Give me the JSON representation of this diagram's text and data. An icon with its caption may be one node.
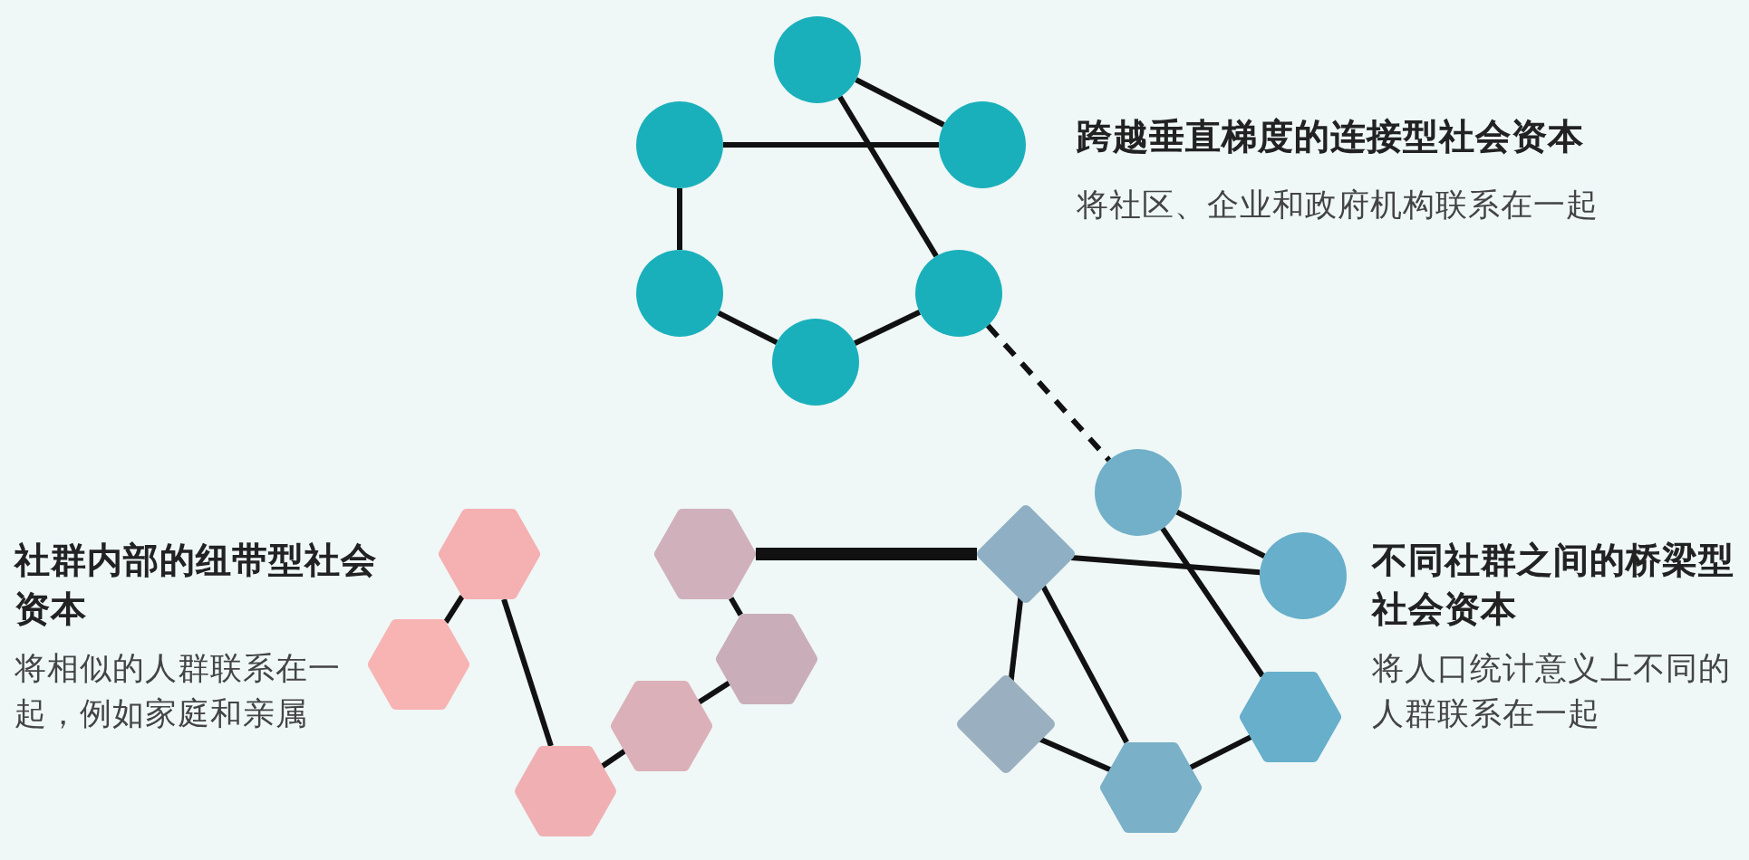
{
  "diagram": {
    "nodes": [
      {
        "text": [],
        "shape": "circle"
      },
      {
        "text": [],
        "shape": "circle"
      },
      {
        "text": [],
        "shape": "circle"
      },
      {
        "text": [],
        "shape": "circle"
      },
      {
        "text": [],
        "shape": "circle"
      },
      {
        "text": [],
        "shape": "circle"
      },
      {
        "text": [],
        "shape": "circle"
      },
      {
        "text": [],
        "shape": "diamond"
      },
      {
        "text": [],
        "shape": "hexagon"
      },
      {
        "text": [],
        "shape": "hexagon"
      },
      {
        "text": [],
        "shape": "circle"
      },
      {
        "text": [],
        "shape": "hexagon"
      },
      {
        "text": [],
        "shape": "hexagon"
      },
      {
        "text": [],
        "shape": "hexagon"
      },
      {
        "text": [],
        "shape": "diamond"
      },
      {
        "text": [],
        "shape": "hexagon"
      },
      {
        "text": [],
        "shape": "hexagon"
      },
      {
        "text": [],
        "shape": "hexagon"
      }
    ],
    "edges": [
      {
        "from": 0,
        "to": 2,
        "arrow": "none"
      },
      {
        "from": 0,
        "to": 5,
        "arrow": "none"
      },
      {
        "from": 1,
        "to": 2,
        "arrow": "none"
      },
      {
        "from": 1,
        "to": 3,
        "arrow": "none"
      },
      {
        "from": 3,
        "to": 4,
        "arrow": "none"
      },
      {
        "from": 4,
        "to": 5,
        "arrow": "none"
      },
      {
        "from": 5,
        "to": 6,
        "arrow": "none",
        "style": "dashed"
      },
      {
        "from": 8,
        "to": 11,
        "arrow": "none"
      },
      {
        "from": 8,
        "to": 16,
        "arrow": "none"
      },
      {
        "from": 16,
        "to": 15,
        "arrow": "none"
      },
      {
        "from": 15,
        "to": 12,
        "arrow": "none"
      },
      {
        "from": 12,
        "to": 9,
        "arrow": "none"
      },
      {
        "from": 9,
        "to": 7,
        "arrow": "none",
        "style": "thick"
      },
      {
        "from": 6,
        "to": 10,
        "arrow": "none"
      },
      {
        "from": 6,
        "to": 13,
        "arrow": "none"
      },
      {
        "from": 7,
        "to": 10,
        "arrow": "none"
      },
      {
        "from": 7,
        "to": 14,
        "arrow": "none"
      },
      {
        "from": 7,
        "to": 17,
        "arrow": "none"
      },
      {
        "from": 14,
        "to": 17,
        "arrow": "none"
      },
      {
        "from": 17,
        "to": 13,
        "arrow": "none"
      }
    ],
    "labels": [
      "跨越垂直梯度的连接型社会资本",
      "将社区、企业和政府机构联系在一起",
      "社群内部的纽带型社会资本",
      "将相似的人群联系在一起，例如家庭和亲属",
      "不同社群之间的桥梁型社会资本",
      "将人口统计意义上不同的人群联系在一起"
    ]
  }
}
